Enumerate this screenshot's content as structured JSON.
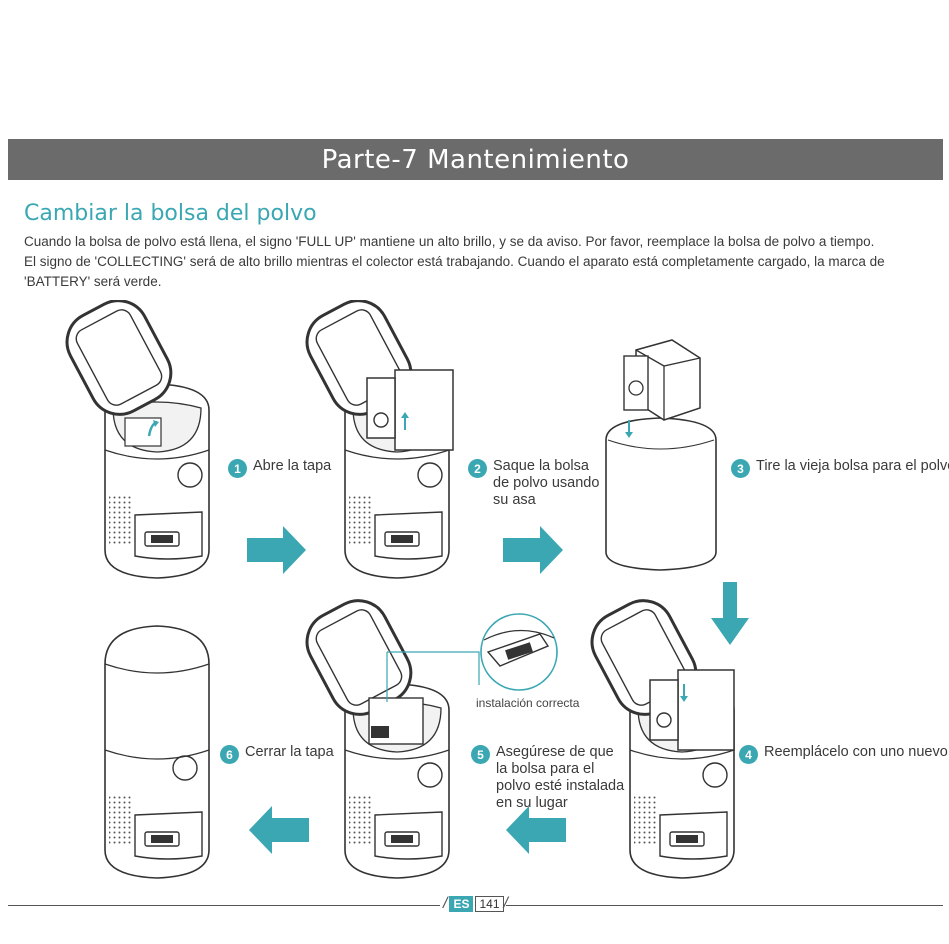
{
  "header": {
    "title": "Parte-7 Mantenimiento"
  },
  "section": {
    "title": "Cambiar la bolsa del polvo",
    "paragraph_lines": [
      "Cuando la bolsa de polvo está llena, el signo 'FULL UP' mantiene un alto brillo, y se da aviso. Por favor, reemplace la bolsa de polvo a tiempo.",
      "El signo de 'COLLECTING' será de alto brillo mientras el colector está trabajando. Cuando el aparato  está completamente cargado, la marca de",
      "'BATTERY' será verde."
    ]
  },
  "steps": [
    {
      "num": "1",
      "lines": [
        "Abre la tapa"
      ]
    },
    {
      "num": "2",
      "lines": [
        "Saque la bolsa",
        "de polvo usando",
        "su asa"
      ]
    },
    {
      "num": "3",
      "lines": [
        "Tire la vieja bolsa para el polvo"
      ]
    },
    {
      "num": "4",
      "lines": [
        "Reemplácelo con uno nuevo"
      ]
    },
    {
      "num": "5",
      "lines": [
        "Asegúrese de que",
        "la bolsa para el",
        "polvo esté instalada",
        "en su lugar"
      ]
    },
    {
      "num": "6",
      "lines": [
        "Cerrar la tapa"
      ]
    }
  ],
  "detail_caption": "instalación correcta",
  "footer": {
    "lang": "ES",
    "page": "141"
  },
  "colors": {
    "accent": "#3aa7b3",
    "banner": "#6b6b6b",
    "text": "#3a3a3a"
  }
}
